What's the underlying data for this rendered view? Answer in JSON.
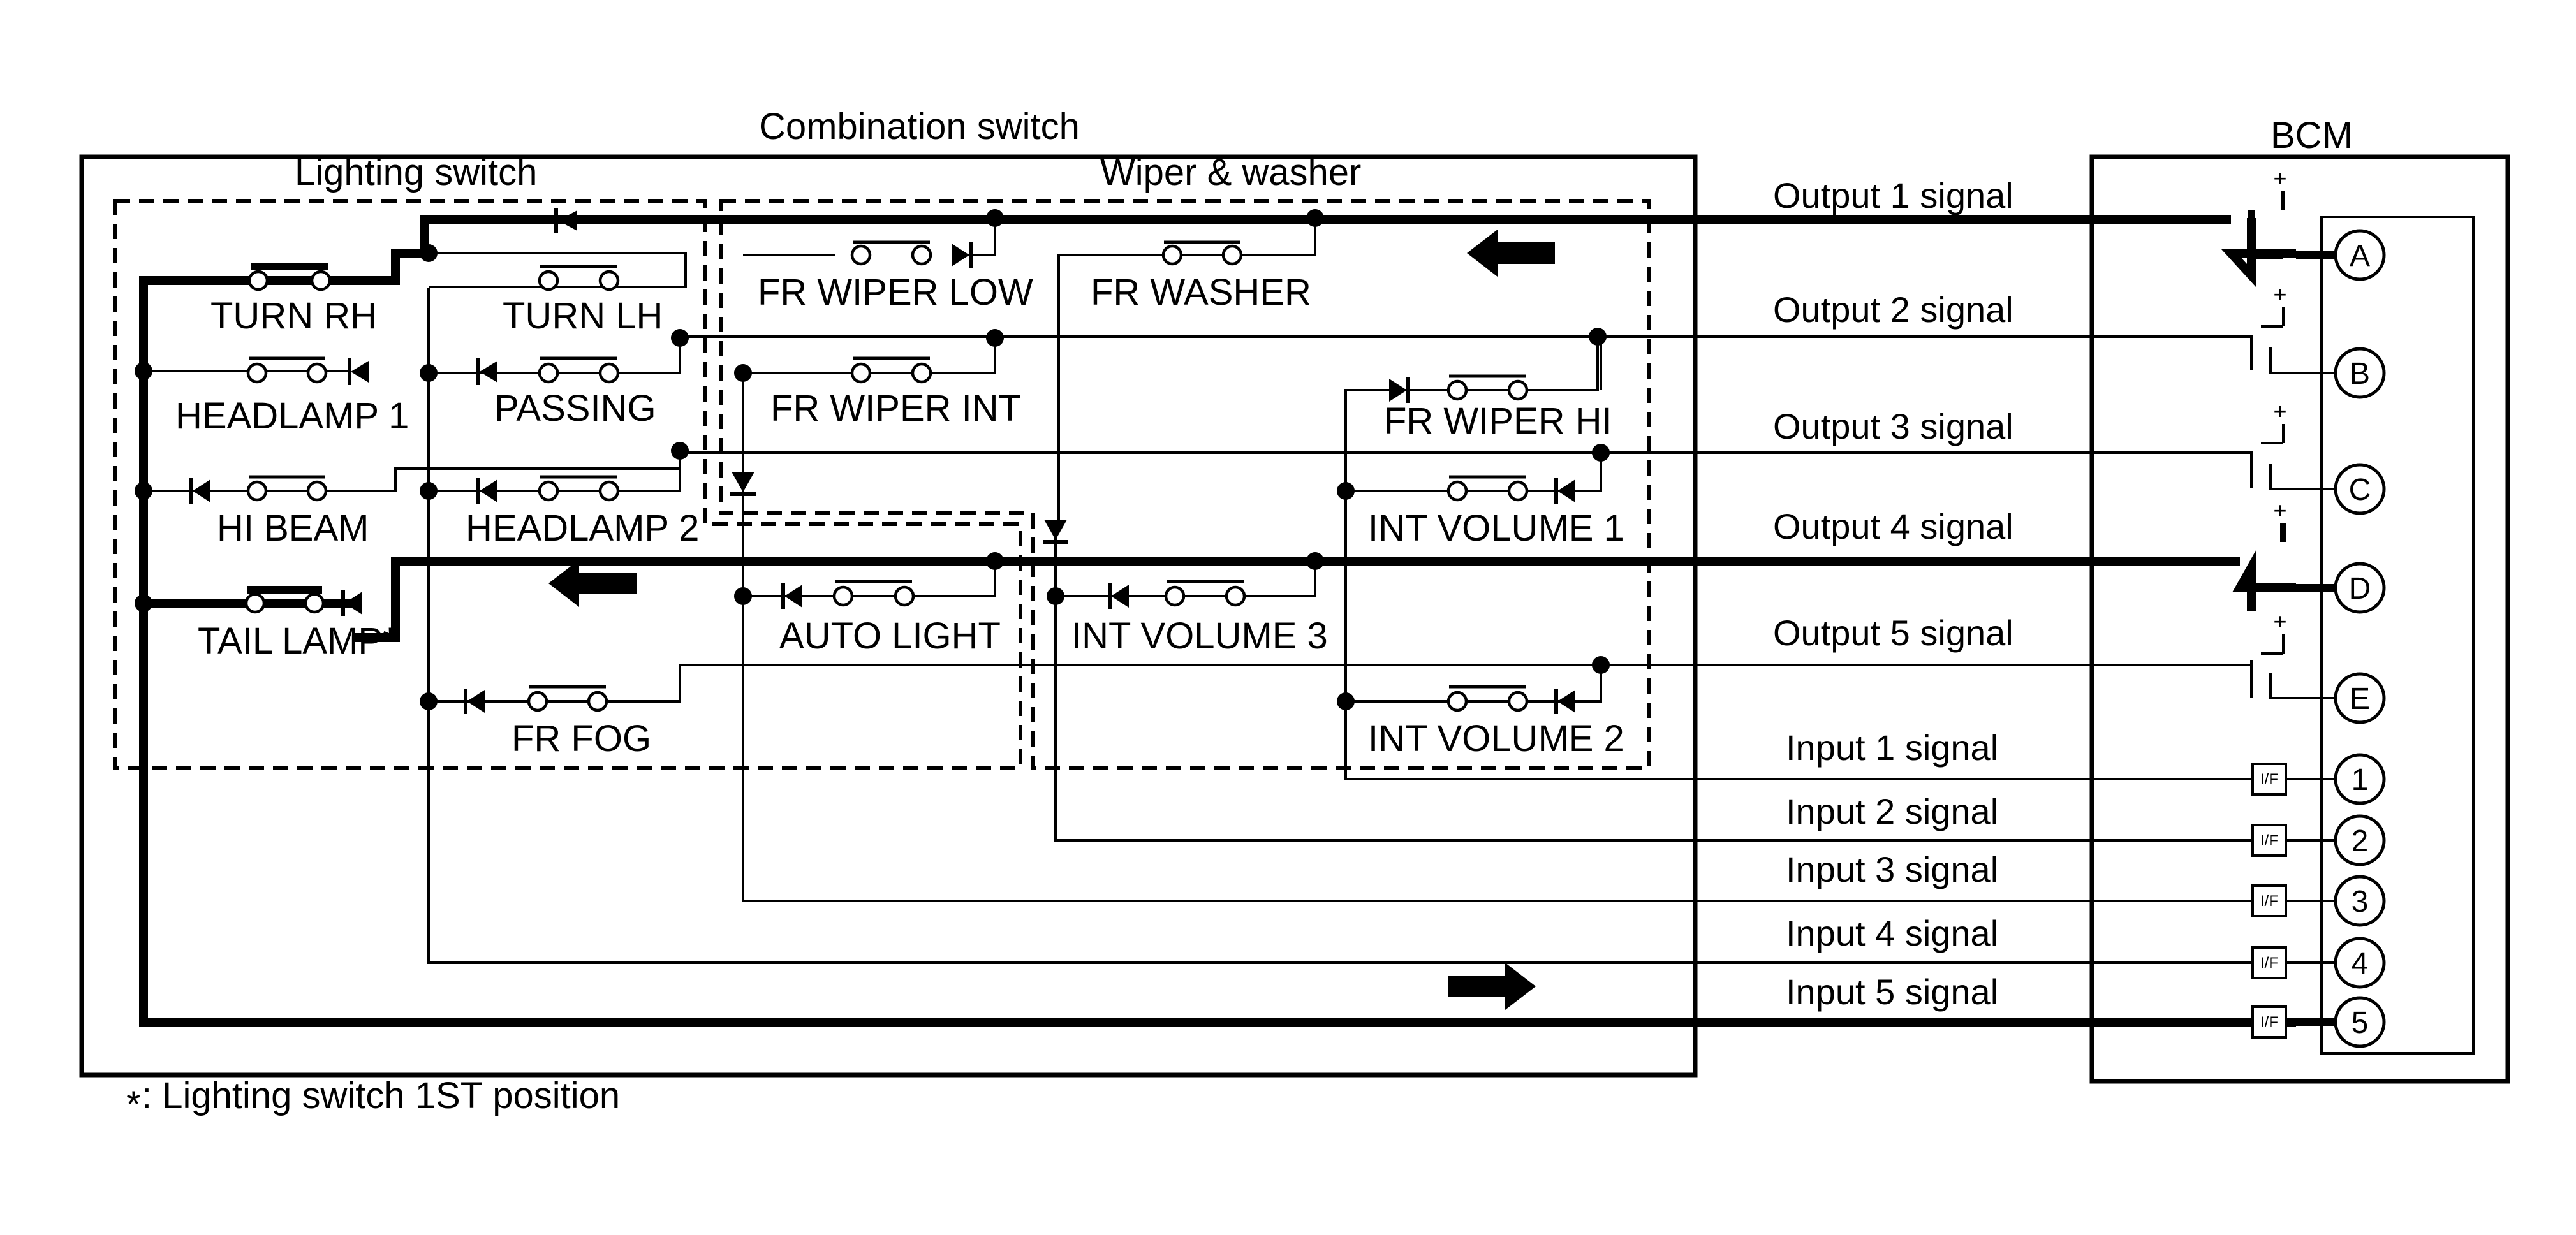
{
  "combination_switch": {
    "title": "Combination switch",
    "lighting_switch": {
      "title": "Lighting switch",
      "switches": [
        "TURN RH",
        "TURN LH",
        "HEADLAMP 1",
        "PASSING",
        "HI BEAM",
        "HEADLAMP 2",
        "TAIL LAMP*",
        "FR FOG"
      ]
    },
    "wiper_washer": {
      "title": "Wiper & washer",
      "switches": [
        "FR WIPER LOW",
        "FR WASHER",
        "FR WIPER INT",
        "FR WIPER HI",
        "INT VOLUME 1",
        "AUTO LIGHT",
        "INT VOLUME 3",
        "INT VOLUME 2"
      ]
    }
  },
  "bcm": {
    "title": "BCM",
    "terminals": [
      "A",
      "B",
      "C",
      "D",
      "E",
      "1",
      "2",
      "3",
      "4",
      "5"
    ],
    "interface_label": "I/F",
    "plus_symbol": "+"
  },
  "signals": [
    "Output 1 signal",
    "Output 2 signal",
    "Output 3 signal",
    "Output 4 signal",
    "Output 5 signal",
    "Input 1 signal",
    "Input 2 signal",
    "Input 3 signal",
    "Input 4 signal",
    "Input 5 signal"
  ],
  "footnote": {
    "mark": "*",
    "text": ": Lighting switch 1ST position"
  }
}
